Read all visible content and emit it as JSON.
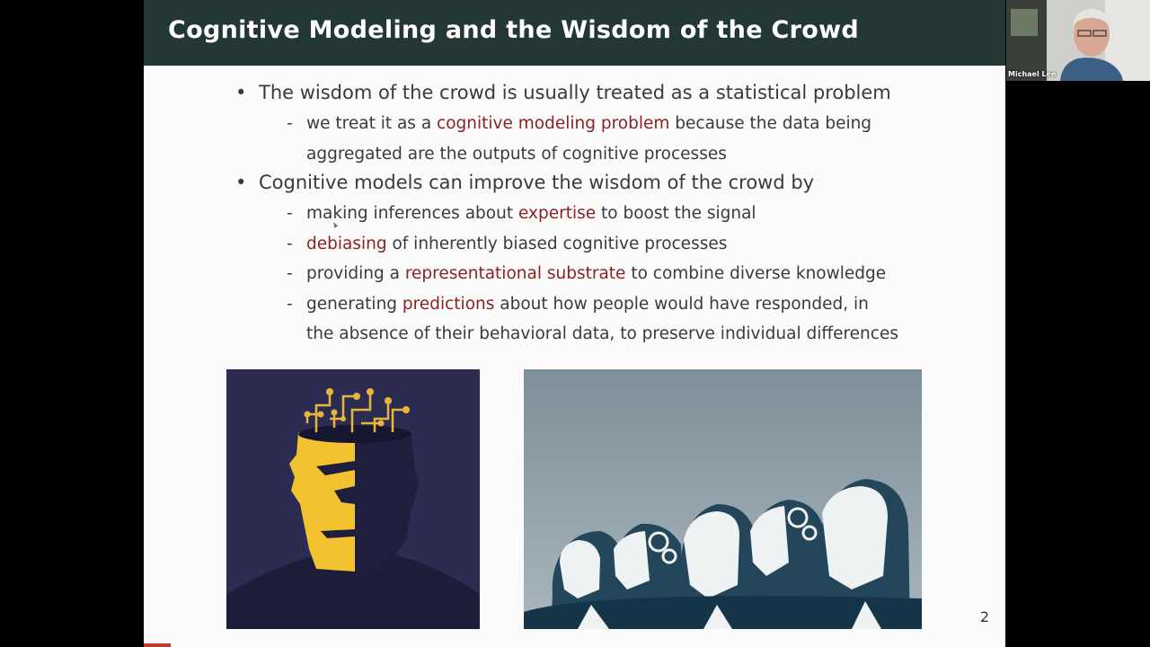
{
  "slide": {
    "title": "Cognitive Modeling and the Wisdom of the Crowd",
    "page_number": "2",
    "bullets": [
      {
        "text": "The wisdom of the crowd is usually treated as a statistical problem",
        "subs": [
          {
            "line1_pre": "we treat it as a ",
            "line1_hl": "cognitive modeling problem",
            "line1_post": " because the data being",
            "line2": "aggregated are the outputs of cognitive processes"
          }
        ]
      },
      {
        "text": "Cognitive models can improve the wisdom of the crowd by",
        "subs": [
          {
            "pre": "making inferences about ",
            "hl": "expertise",
            "post": " to boost the signal"
          },
          {
            "pre": "",
            "hl": "debiasing",
            "post": " of inherently biased cognitive processes"
          },
          {
            "pre": "providing a ",
            "hl": "representational substrate",
            "post": " to combine diverse knowledge"
          },
          {
            "pre": "generating ",
            "hl": "predictions",
            "post": " about how people would have responded, in",
            "line2": "the absence of their behavioral data, to preserve individual differences"
          }
        ]
      }
    ],
    "bullet_glyph": "•",
    "dash_glyph": "-"
  },
  "images": {
    "left": "brain-circuit-head-illustration",
    "right": "robot-people-profiles-illustration"
  },
  "webcam": {
    "name": "Michael Lee"
  },
  "colors": {
    "title_bar": "#233735",
    "highlight": "#8c1f1f",
    "slide_bg": "#fbfbfb"
  }
}
